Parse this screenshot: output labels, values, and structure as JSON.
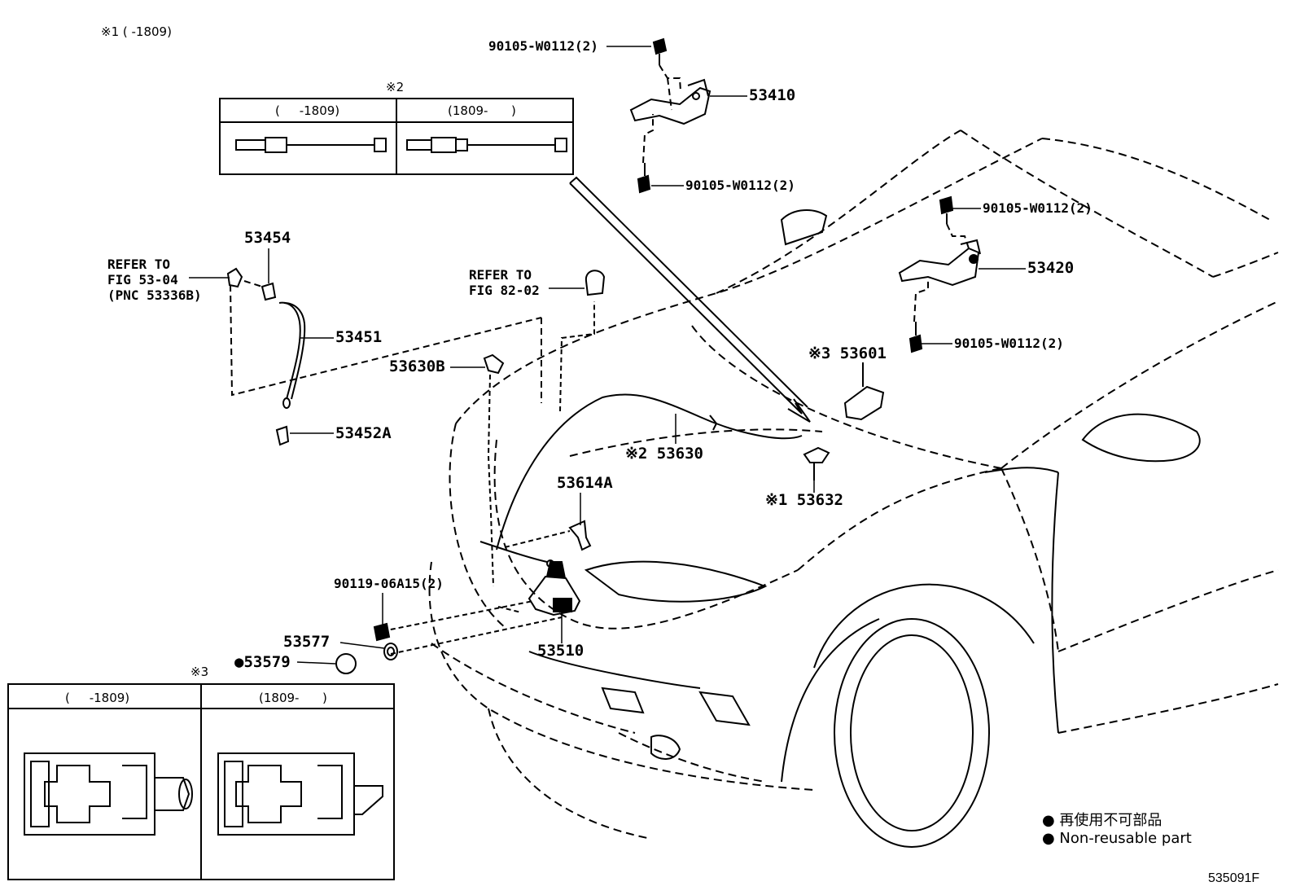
{
  "note_top": "※1 (     -1809)",
  "inset_top": {
    "mark": "※2",
    "col_left": "(     -1809)",
    "col_right": "(1809-      )"
  },
  "inset_bottom": {
    "mark": "※3",
    "col_left": "(     -1809)",
    "col_right": "(1809-      )"
  },
  "parts": {
    "p_90105_a": "90105-W0112(2)",
    "p_53410": "53410",
    "p_90105_b": "90105-W0112(2)",
    "p_90105_c": "90105-W0112(2)",
    "p_53420": "53420",
    "p_90105_d": "90105-W0112(2)",
    "p_53454": "53454",
    "p_53451": "53451",
    "p_53452A": "53452A",
    "p_53630B": "53630B",
    "p_53601": "※3 53601",
    "p_53630": "※2 53630",
    "p_53632": "※1 53632",
    "p_53614A": "53614A",
    "p_90119": "90119-06A15(2)",
    "p_53577": "53577",
    "p_53579": "●53579",
    "p_53510": "53510"
  },
  "refs": {
    "ref_left": "REFER TO\nFIG 53-04\n(PNC 53336B)",
    "ref_mid": "REFER TO\nFIG 82-02"
  },
  "legend": {
    "line1": "● 再使用不可部品",
    "line2": "● Non-reusable part"
  },
  "figure_code": "535091F"
}
